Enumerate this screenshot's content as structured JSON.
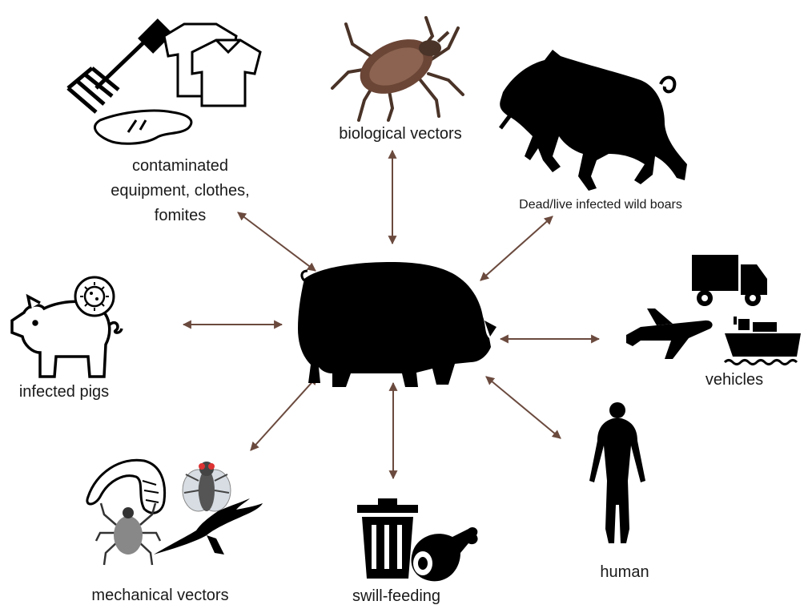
{
  "colors": {
    "arrow": "#6b4a3e",
    "ink": "#000000",
    "tick": "#6b4536",
    "label": "#1a1a1a"
  },
  "labels": {
    "contaminated_line1": "contaminated",
    "contaminated_line2": "equipment, clothes,",
    "contaminated_line3": "fomites",
    "biological_vectors": "biological vectors",
    "wild_boars": "Dead/live infected wild boars",
    "infected_pigs": "infected  pigs",
    "vehicles": "vehicles",
    "human": "human",
    "swill_feeding": "swill-feeding",
    "mechanical_vectors": "mechanical vectors"
  },
  "icons": [
    "pig-silhouette-icon",
    "tick-icon",
    "wild-boar-icon",
    "pitchfork-icon",
    "shirt-icon",
    "puddle-icon",
    "infected-pig-icon",
    "virus-icon",
    "truck-icon",
    "airplane-icon",
    "ship-icon",
    "human-silhouette-icon",
    "trash-bin-icon",
    "ham-icon",
    "worm-icon",
    "fly-icon",
    "small-tick-icon",
    "eagle-icon"
  ]
}
